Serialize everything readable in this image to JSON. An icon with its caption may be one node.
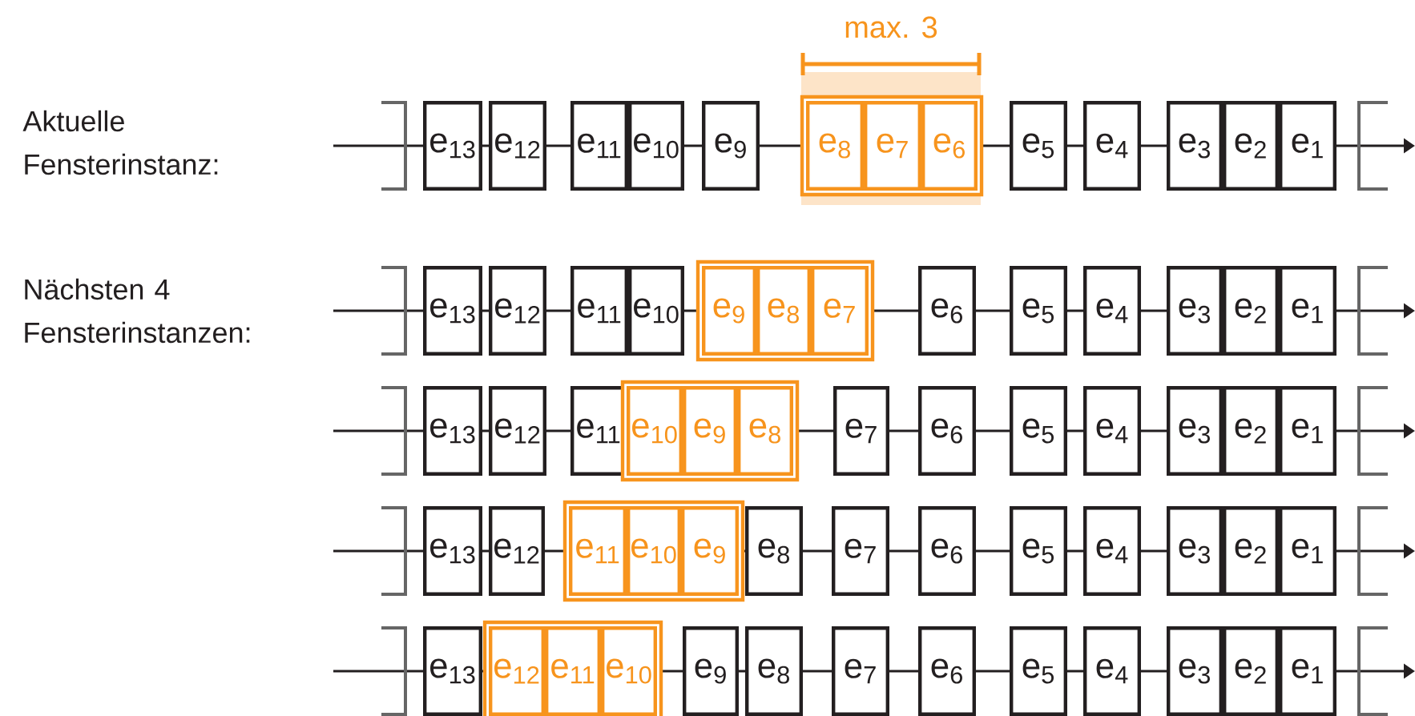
{
  "diagram": {
    "nodes": [
      {
        "text": [
          "e$_{13}$"
        ]
      },
      {
        "text": [
          "e$_{12}$"
        ]
      },
      {
        "text": [
          "e$_{11}$"
        ]
      },
      {
        "text": [
          "e$_{10}$"
        ]
      },
      {
        "text": [
          "e$_{9}$"
        ]
      },
      {
        "text": [],
        "shape": "box"
      },
      {
        "text": [
          "e$_{8}$"
        ],
        "in": 5
      },
      {
        "text": [
          "e$_{7}$"
        ],
        "in": 5
      },
      {
        "text": [
          "e$_{6}$"
        ],
        "in": 5
      },
      {
        "text": [
          "e$_{5}$"
        ]
      },
      {
        "text": [
          "e$_{4}$"
        ]
      },
      {
        "text": [
          "e$_{3}$"
        ]
      },
      {
        "text": [
          "e$_{2}$"
        ]
      },
      {
        "text": [
          "e$_{1}$"
        ]
      },
      {
        "text": [
          "e$_{13}$"
        ]
      },
      {
        "text": [
          "e$_{12}$"
        ]
      },
      {
        "text": [
          "e$_{11}$"
        ]
      },
      {
        "text": [
          "e$_{10}$"
        ]
      },
      {
        "text": [],
        "shape": "box"
      },
      {
        "text": [
          "e$_{9}$"
        ],
        "in": 18
      },
      {
        "text": [
          "e$_{8}$"
        ],
        "in": 18
      },
      {
        "text": [
          "e$_{7}$"
        ],
        "in": 18
      },
      {
        "text": [
          "e$_{6}$"
        ]
      },
      {
        "text": [
          "e$_{5}$"
        ]
      },
      {
        "text": [
          "e$_{4}$"
        ]
      },
      {
        "text": [
          "e$_{3}$"
        ]
      },
      {
        "text": [
          "e$_{2}$"
        ]
      },
      {
        "text": [
          "e$_{1}$"
        ]
      },
      {
        "text": [
          "e$_{13}$"
        ]
      },
      {
        "text": [
          "e$_{12}$"
        ]
      },
      {
        "text": [
          "e$_{11}$"
        ]
      },
      {
        "text": [],
        "shape": "box"
      },
      {
        "text": [
          "e$_{10}$"
        ],
        "in": 31
      },
      {
        "text": [
          "e$_{9}$"
        ],
        "in": 31
      },
      {
        "text": [
          "e$_{8}$"
        ],
        "in": 31
      },
      {
        "text": [
          "e$_{7}$"
        ]
      },
      {
        "text": [
          "e$_{6}$"
        ]
      },
      {
        "text": [
          "e$_{5}$"
        ]
      },
      {
        "text": [
          "e$_{4}$"
        ]
      },
      {
        "text": [
          "e$_{3}$"
        ]
      },
      {
        "text": [
          "e$_{2}$"
        ]
      },
      {
        "text": [
          "e$_{1}$"
        ]
      },
      {
        "text": [
          "e$_{13}$"
        ]
      },
      {
        "text": [
          "e$_{12}$"
        ]
      },
      {
        "text": [],
        "shape": "box"
      },
      {
        "text": [
          "e$_{11}$"
        ],
        "in": 44
      },
      {
        "text": [
          "e$_{10}$"
        ],
        "in": 44
      },
      {
        "text": [
          "e$_{9}$"
        ],
        "in": 44
      },
      {
        "text": [
          "e$_{8}$"
        ]
      },
      {
        "text": [
          "e$_{7}$"
        ]
      },
      {
        "text": [
          "e$_{6}$"
        ]
      },
      {
        "text": [
          "e$_{5}$"
        ]
      },
      {
        "text": [
          "e$_{4}$"
        ]
      },
      {
        "text": [
          "e$_{3}$"
        ]
      },
      {
        "text": [
          "e$_{2}$"
        ]
      },
      {
        "text": [
          "e$_{1}$"
        ]
      },
      {
        "text": [
          "e$_{13}$"
        ]
      },
      {
        "text": [],
        "shape": "box"
      },
      {
        "text": [
          "e$_{12}$"
        ],
        "in": 57
      },
      {
        "text": [
          "e$_{11}$"
        ],
        "in": 57
      },
      {
        "text": [
          "e$_{10}$"
        ],
        "in": 57
      },
      {
        "text": [
          "e$_{9}$"
        ]
      },
      {
        "text": [
          "e$_{8}$"
        ]
      },
      {
        "text": [
          "e$_{7}$"
        ]
      },
      {
        "text": [
          "e$_{6}$"
        ]
      },
      {
        "text": [
          "e$_{5}$"
        ]
      },
      {
        "text": [
          "e$_{4}$"
        ]
      },
      {
        "text": [
          "e$_{3}$"
        ]
      },
      {
        "text": [
          "e$_{2}$"
        ]
      },
      {
        "text": [
          "e$_{1}$"
        ]
      }
    ],
    "labels": [
      "max. 3",
      "Aktuelle Fensterinstanz:",
      "Nächsten 4 Fensterinstanzen:"
    ]
  }
}
